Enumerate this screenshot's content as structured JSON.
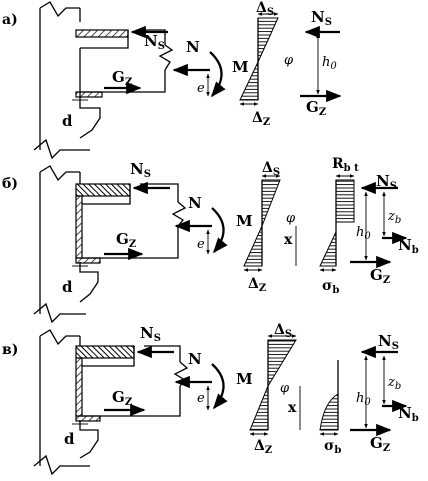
{
  "panels": [
    {
      "tag": "а)",
      "ns": "N",
      "ns_sub": "S",
      "gz": "G",
      "gz_sub": "Z",
      "n": "N",
      "m": "M",
      "e": "e",
      "d": "d",
      "delta_s": "Δ",
      "delta_s_sub": "S",
      "delta_z": "Δ",
      "delta_z_sub": "Z",
      "phi": "φ",
      "right_ns": "N",
      "right_ns_sub": "S",
      "h0": "h",
      "h0_sub": "0",
      "right_gz": "G",
      "right_gz_sub": "Z"
    },
    {
      "tag": "б)",
      "ns": "N",
      "ns_sub": "S",
      "gz": "G",
      "gz_sub": "Z",
      "n": "N",
      "m": "M",
      "e": "e",
      "d": "d",
      "delta_s": "Δ",
      "delta_s_sub": "S",
      "delta_z": "Δ",
      "delta_z_sub": "Z",
      "phi": "φ",
      "x": "x",
      "rbt": "R",
      "rbt_sub": "b t",
      "sigma_b": "σ",
      "sigma_b_sub": "b",
      "right_ns": "N",
      "right_ns_sub": "S",
      "zb": "z",
      "zb_sub": "b",
      "h0": "h",
      "h0_sub": "0",
      "nb": "N",
      "nb_sub": "b",
      "right_gz": "G",
      "right_gz_sub": "Z"
    },
    {
      "tag": "в)",
      "ns": "N",
      "ns_sub": "S",
      "gz": "G",
      "gz_sub": "Z",
      "n": "N",
      "m": "M",
      "e": "e",
      "d": "d",
      "delta_s": "Δ",
      "delta_s_sub": "S",
      "delta_z": "Δ",
      "delta_z_sub": "Z",
      "phi": "φ",
      "x": "x",
      "sigma_b": "σ",
      "sigma_b_sub": "b",
      "right_ns": "N",
      "right_ns_sub": "S",
      "zb": "z",
      "zb_sub": "b",
      "h0": "h",
      "h0_sub": "0",
      "nb": "N",
      "nb_sub": "b",
      "right_gz": "G",
      "right_gz_sub": "Z"
    }
  ]
}
